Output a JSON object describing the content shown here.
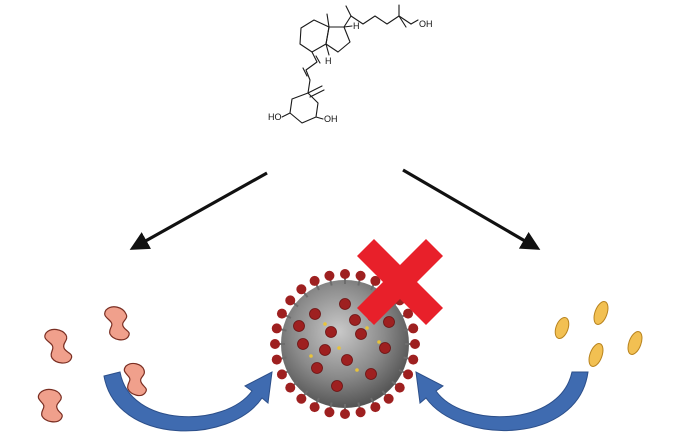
{
  "molecule": {
    "atom_labels": {
      "oh_side_chain": "OH",
      "oh_ring_left": "HO",
      "oh_ring_right": "OH",
      "h_upper": "H",
      "h_lower": "H"
    }
  },
  "colors": {
    "background": "#ffffff",
    "arrow": "#111111",
    "curved_arrow": "#3f6bb0",
    "cross": "#e8202a",
    "pink_cell_fill": "#f0a08c",
    "pink_cell_stroke": "#7a2e22",
    "yellow_cell_fill": "#f2c052",
    "yellow_cell_stroke": "#b8831e",
    "virus_body": "#8a8a8a",
    "virus_spike": "#9e2020"
  },
  "icons": {
    "molecule": "calcitriol-structure",
    "virus": "coronavirus-icon",
    "cross": "red-x-icon",
    "left_cells": "pink-cell-icon",
    "right_cells": "yellow-cell-icon"
  }
}
